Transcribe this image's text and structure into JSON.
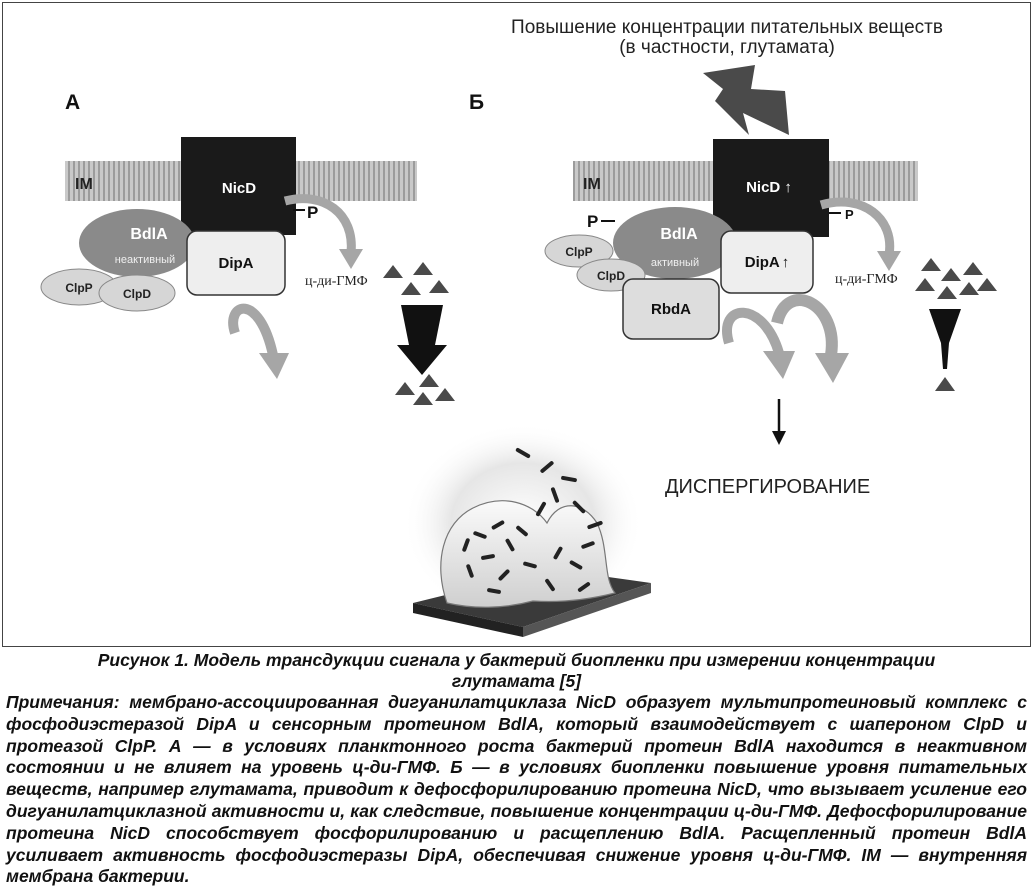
{
  "figure": {
    "header_text_line1": "Повышение концентрации питательных веществ",
    "header_text_line2": "(в частности, глутамата)",
    "panel_a": {
      "label": "А",
      "membrane_label": "IM",
      "nicd": "NicD",
      "phosphate": "P",
      "bdla": "BdlA",
      "bdla_state": "неактивный",
      "dipa": "DipA",
      "clpp": "ClpP",
      "clpd": "ClpD",
      "cdg_label": "ц-ди-ГМФ"
    },
    "panel_b": {
      "label": "Б",
      "membrane_label": "IM",
      "nicd": "NicD",
      "phosphate_left": "P",
      "phosphate_right": "P",
      "bdla": "BdlA",
      "bdla_state": "активный",
      "dipa": "DipA",
      "clpp": "ClpP",
      "clpd": "ClpD",
      "rbda": "RbdA",
      "cdg_label": "ц-ди-ГМФ",
      "up_arrow": "↑"
    },
    "outcome": "ДИСПЕРГИРОВАНИЕ"
  },
  "caption": {
    "title_line1": "Рисунок 1. Модель трансдукции сигнала у бактерий биопленки при измерении концентрации",
    "title_line2": "глутамата [5]",
    "note": "Примечания: мембрано-ассоциированная дигуанилатциклаза NicD образует мультипротеиновый комплекс с фосфодиэстеразой DipA и сенсорным протеином BdlA, который взаимодействует с шапероном ClpD и протеазой ClpP. А — в условиях планктонного роста бактерий протеин BdlA находится в неактивном состоянии и не влияет на уровень ц-ди-ГМФ. Б — в условиях биопленки повышение уровня питательных веществ, например глутамата, приводит к дефосфорилированию протеина NicD, что вызывает усиление его дигуанилатциклазной активности и, как следствие, повышение концентрации ц-ди-ГМФ. Дефосфорилирование протеина NicD способствует фосфорилированию и расщеплению BdlA. Расщепленный протеин BdlA усиливает активность фосфодиэстеразы DipA, обеспечивая снижение уровня ц-ди-ГМФ. IM — внутренняя мембрана бактерии."
  },
  "colors": {
    "membrane": "#b8b8b8",
    "nicd": "#1a1a1a",
    "bdla": "#8a8a8a",
    "clp": "#d6d6d6",
    "dipa": "#eeeeee",
    "arrow_gray": "#a6a6a6",
    "triangle": "#4a4a4a"
  }
}
